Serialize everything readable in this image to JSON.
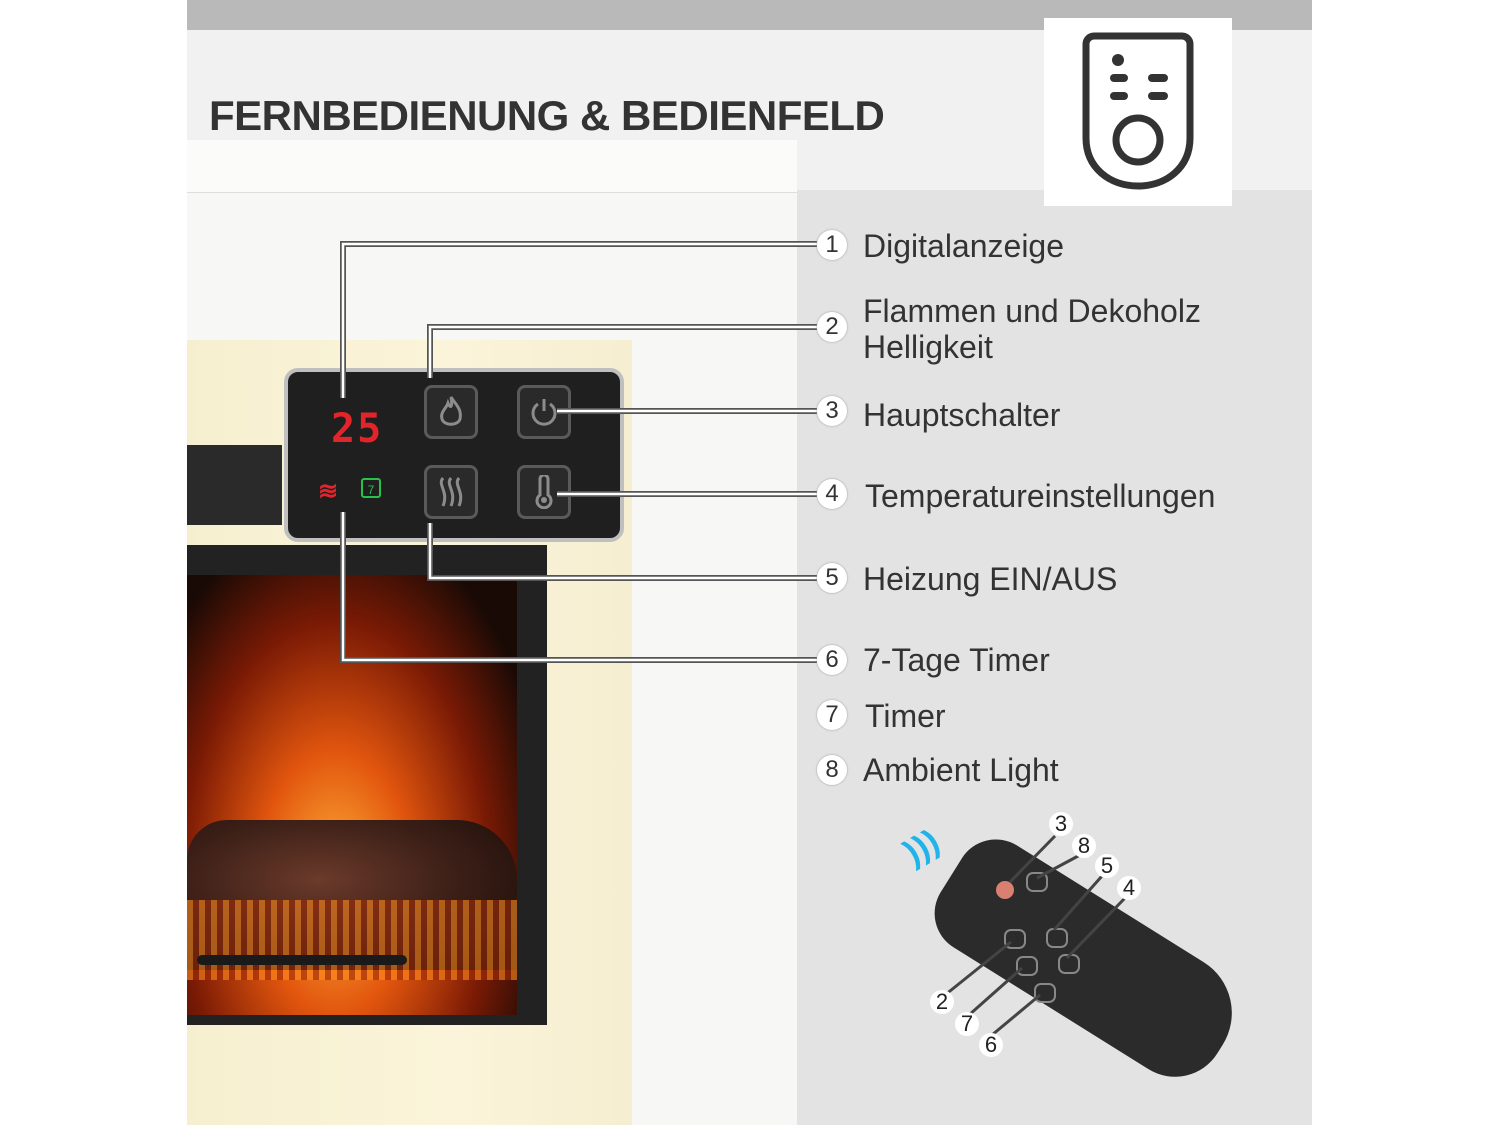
{
  "title": "FERNBEDIENUNG & BEDIENFELD",
  "display_value": "25",
  "features": [
    {
      "num": "1",
      "label": "Digitalanzeige"
    },
    {
      "num": "2",
      "label": "Flammen und Dekoholz\nHelligkeit"
    },
    {
      "num": "3",
      "label": "Hauptschalter"
    },
    {
      "num": "4",
      "label": "Temperatureinstellungen"
    },
    {
      "num": "5",
      "label": "Heizung EIN/AUS"
    },
    {
      "num": "6",
      "label": "7-Tage Timer"
    },
    {
      "num": "7",
      "label": "Timer"
    },
    {
      "num": "8",
      "label": "Ambient Light"
    }
  ],
  "remote_callouts": [
    "3",
    "8",
    "5",
    "4",
    "2",
    "7",
    "6"
  ],
  "icons": [
    "remote-control-icon",
    "flame-icon",
    "power-icon",
    "heat-waves-icon",
    "thermometer-icon",
    "calendar-icon",
    "wifi-signal-icon"
  ],
  "colors": {
    "led_red": "#e3242b",
    "led_green": "#26c24a",
    "signal_blue": "#21b4ea"
  }
}
